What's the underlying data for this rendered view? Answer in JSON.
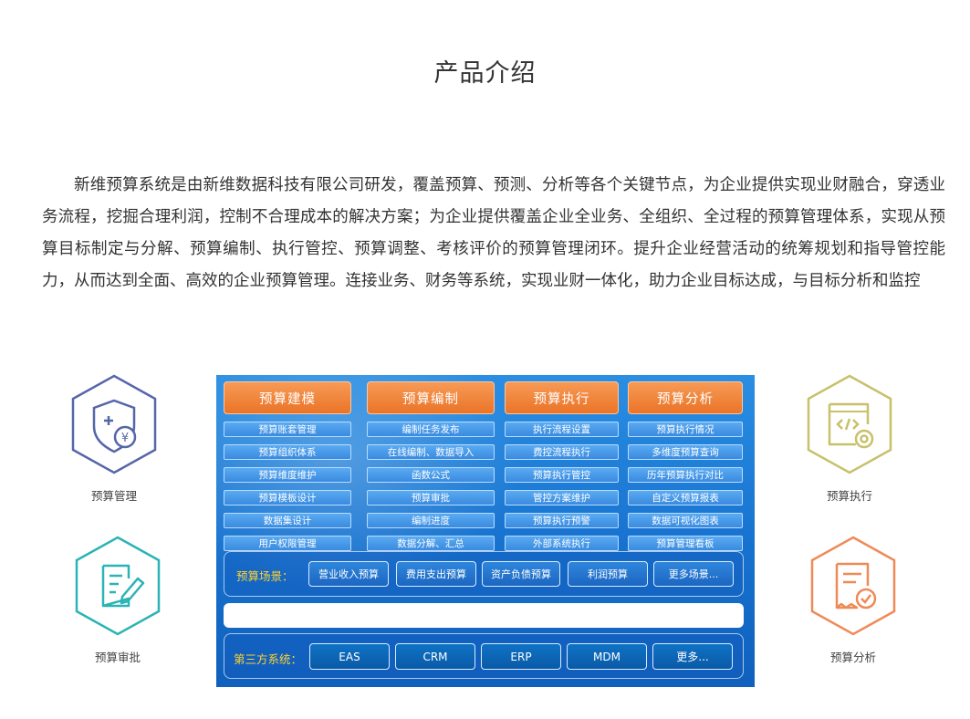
{
  "page": {
    "title": "产品介绍",
    "intro": "新维预算系统是由新维数据科技有限公司研发，覆盖预算、预测、分析等各个关键节点，为企业提供实现业财融合，穿透业务流程，挖掘合理利润，控制不合理成本的解决方案；为企业提供覆盖企业全业务、全组织、全过程的预算管理体系，实现从预算目标制定与分解、预算编制、执行管控、预算调整、考核评价的预算管理闭环。提升企业经营活动的统筹规划和指导管控能力，从而达到全面、高效的企业预算管理。连接业务、财务等系统，实现业财一体化，助力企业目标达成，与目标分析和监控"
  },
  "side": {
    "manage": {
      "label": "预算管理",
      "icon": "shield-yen-icon",
      "color": "#5566a9"
    },
    "review": {
      "label": "预算审批",
      "icon": "document-pen-icon",
      "color": "#2bb3b5"
    },
    "execute": {
      "label": "预算执行",
      "icon": "code-gear-icon",
      "color": "#c8c06a"
    },
    "analysis": {
      "label": "预算分析",
      "icon": "receipt-check-icon",
      "color": "#ef8a56"
    }
  },
  "diagram": {
    "columns": [
      {
        "title": "预算建模",
        "items": [
          "预算账套管理",
          "预算组织体系",
          "预算维度维护",
          "预算模板设计",
          "数据集设计",
          "用户权限管理"
        ]
      },
      {
        "title": "预算编制",
        "items": [
          "编制任务发布",
          "在线编制、数据导入",
          "函数公式",
          "预算审批",
          "编制进度",
          "数据分解、汇总"
        ]
      },
      {
        "title": "预算执行",
        "items": [
          "执行流程设置",
          "费控流程执行",
          "预算执行管控",
          "管控方案维护",
          "预算执行预警",
          "外部系统执行"
        ]
      },
      {
        "title": "预算分析",
        "items": [
          "预算执行情况",
          "多维度预算查询",
          "历年预算执行对比",
          "自定义预算报表",
          "数据可视化图表",
          "预算管理看板"
        ]
      }
    ],
    "scene": {
      "label": "预算场景：",
      "buttons": [
        "营业收入预算",
        "费用支出预算",
        "资产负债预算",
        "利润预算",
        "更多场景..."
      ]
    },
    "third": {
      "label": "第三方系统：",
      "buttons": [
        "EAS",
        "CRM",
        "ERP",
        "MDM",
        "更多..."
      ]
    }
  }
}
